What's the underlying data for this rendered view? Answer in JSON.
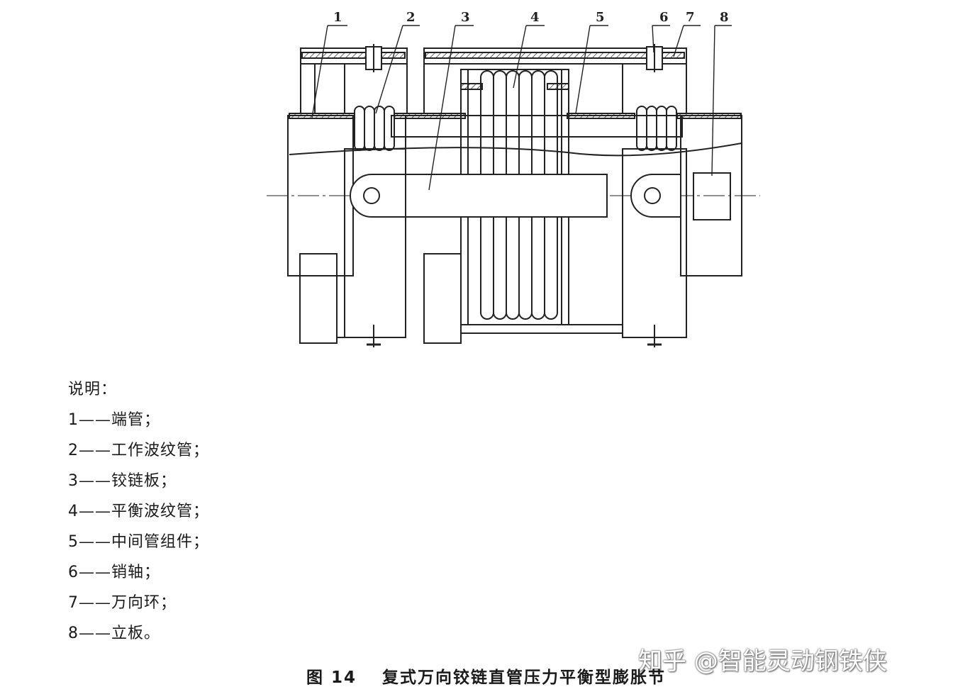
{
  "callouts": [
    "1",
    "2",
    "3",
    "4",
    "5",
    "6",
    "7",
    "8"
  ],
  "legend": {
    "title": "说明：",
    "items": [
      {
        "num": "1",
        "dash": "——",
        "text": "端管；"
      },
      {
        "num": "2",
        "dash": "——",
        "text": "工作波纹管；"
      },
      {
        "num": "3",
        "dash": "——",
        "text": "铰链板；"
      },
      {
        "num": "4",
        "dash": "——",
        "text": "平衡波纹管；"
      },
      {
        "num": "5",
        "dash": "——",
        "text": "中间管组件；"
      },
      {
        "num": "6",
        "dash": "——",
        "text": "销轴；"
      },
      {
        "num": "7",
        "dash": "——",
        "text": "万向环；"
      },
      {
        "num": "8",
        "dash": "——",
        "text": "立板。"
      }
    ]
  },
  "caption": {
    "figure": "图 14",
    "title": "复式万向铰链直管压力平衡型膨胀节"
  },
  "watermark": "知乎 @智能灵动钢铁侠"
}
